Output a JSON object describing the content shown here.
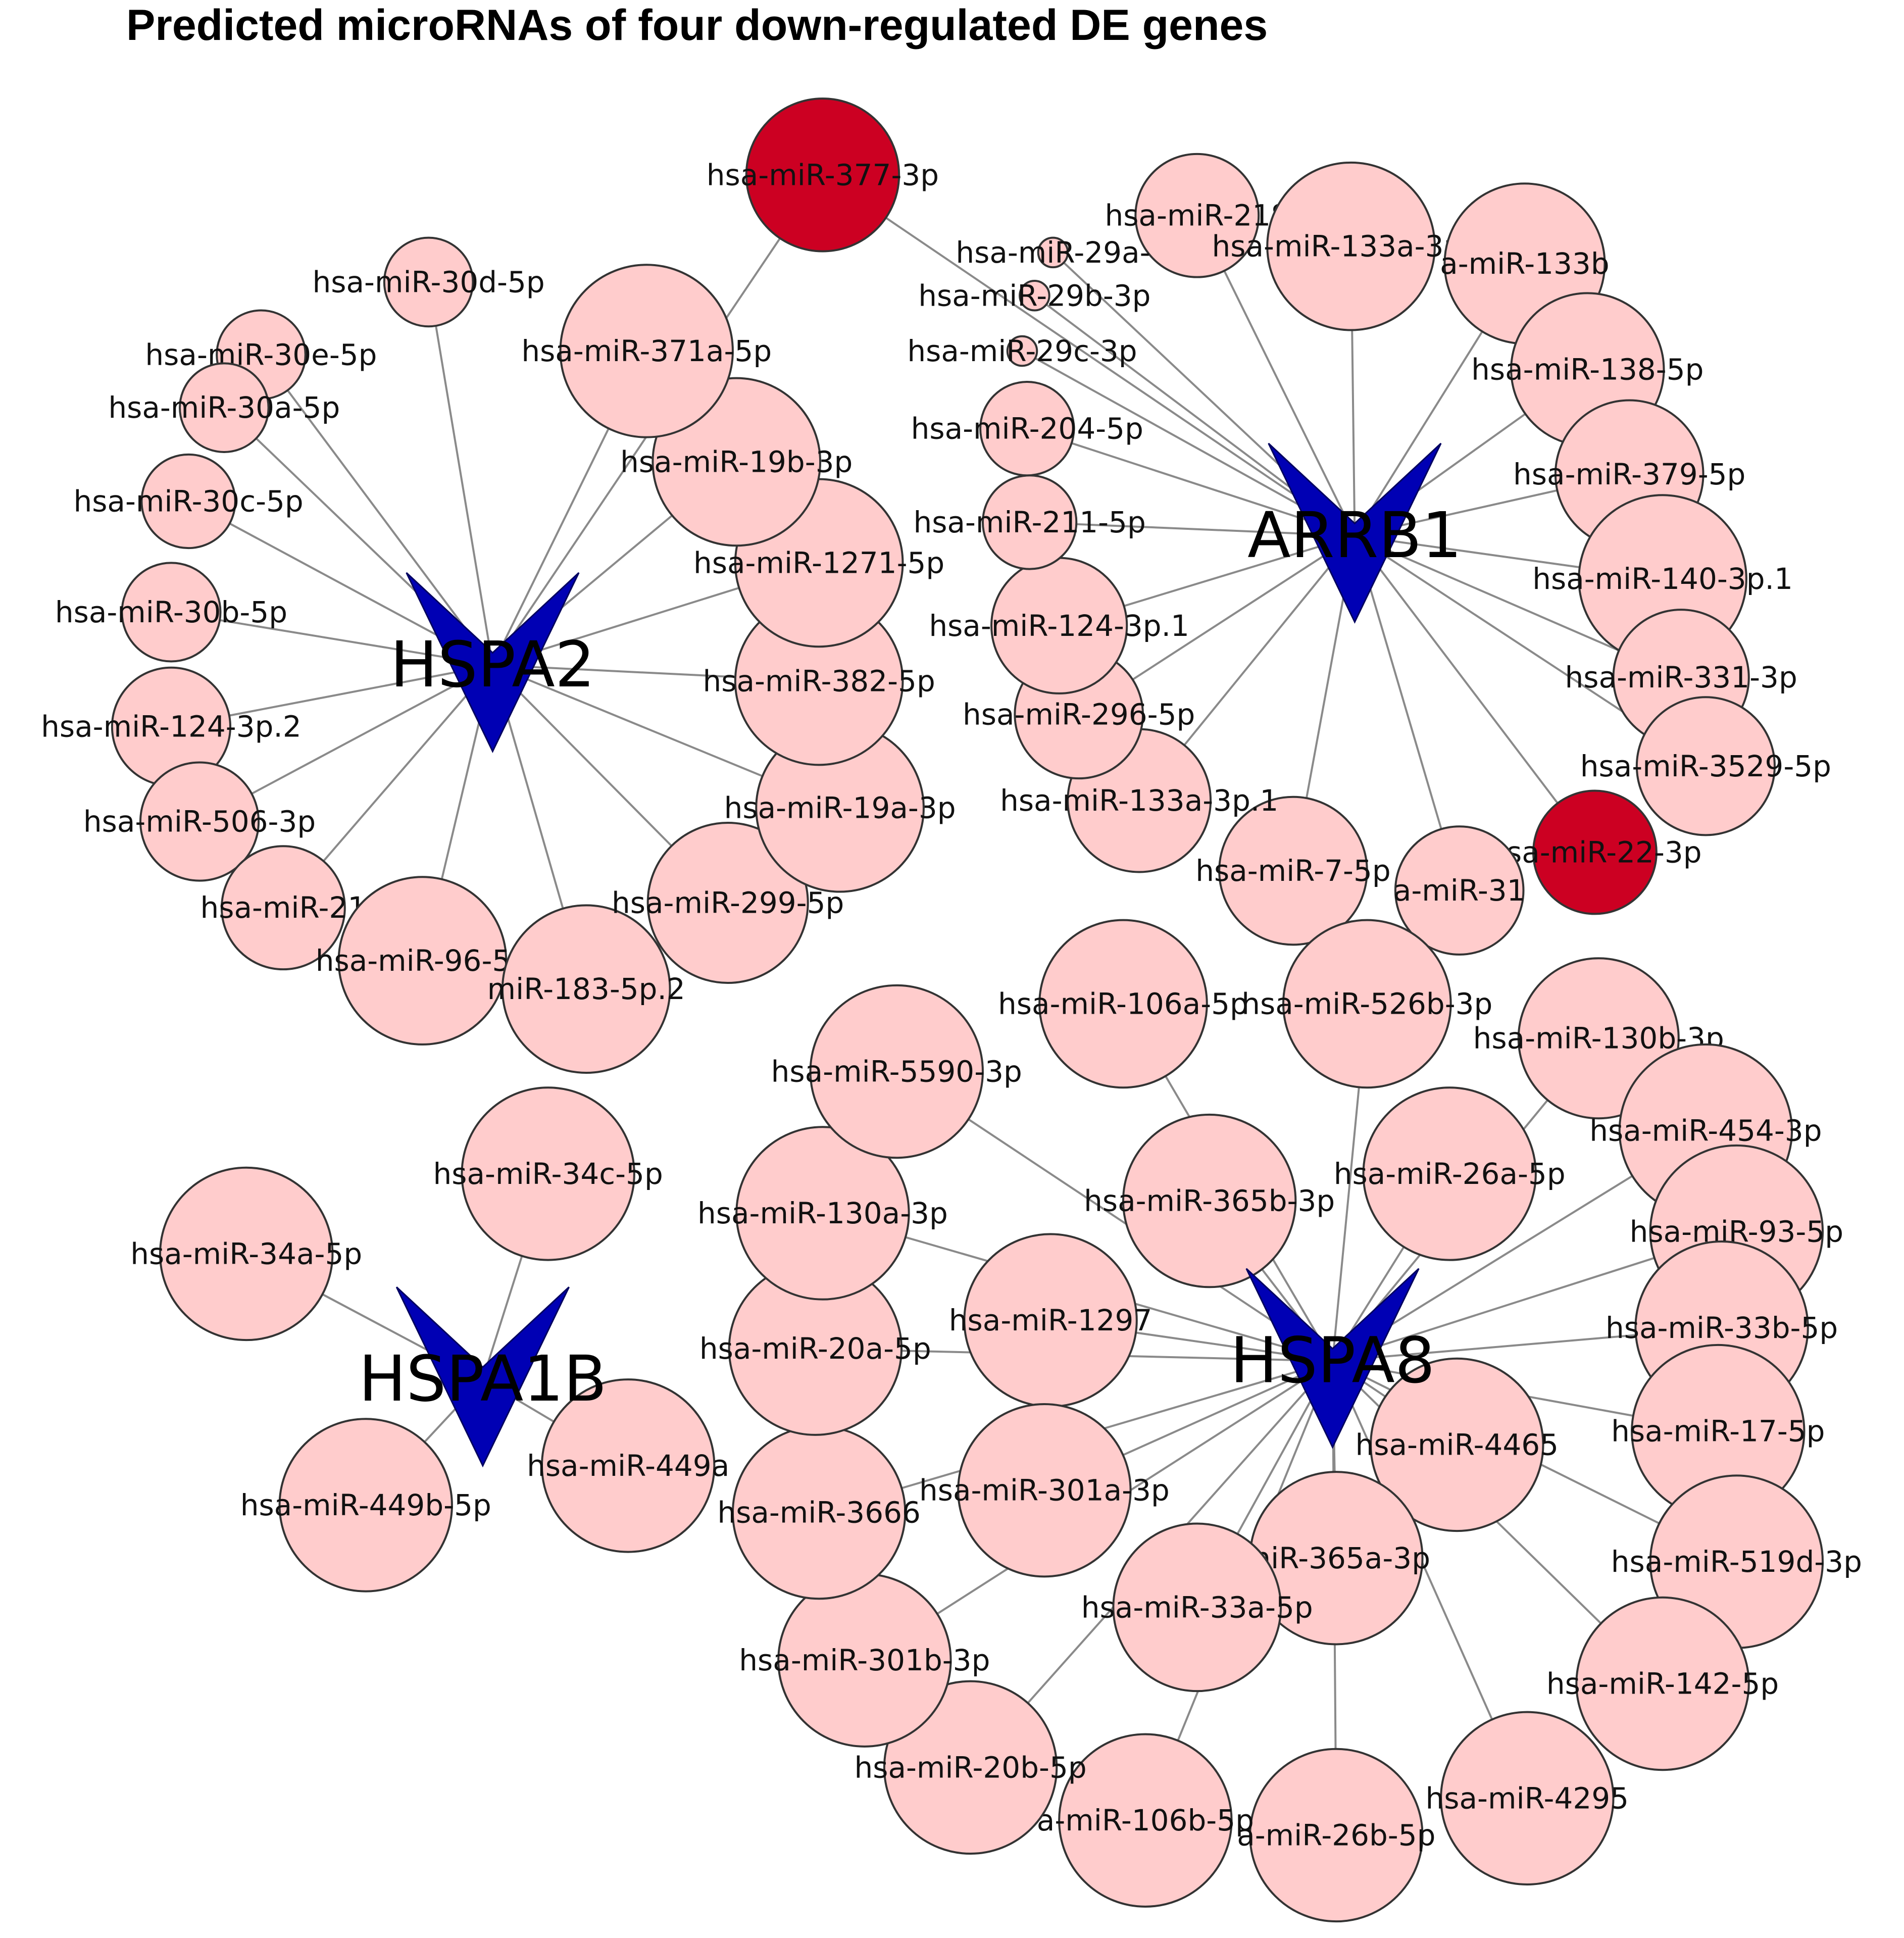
{
  "title": "Predicted microRNAs of four down-regulated DE genes",
  "colors": {
    "gene": "#0000b4",
    "mirna": "#ffcccc",
    "mirna_highlight": "#cc0022",
    "edge": "#8a8a8a"
  },
  "genes": [
    {
      "id": "HSPA2",
      "label": "HSPA2"
    },
    {
      "id": "ARRB1",
      "label": "ARRB1"
    },
    {
      "id": "HSPA1B",
      "label": "HSPA1B"
    },
    {
      "id": "HSPA8",
      "label": "HSPA8"
    }
  ],
  "mirnas": [
    {
      "label": "hsa-miR-377-3p",
      "highlight": true,
      "targets": [
        "HSPA2",
        "ARRB1"
      ]
    },
    {
      "label": "hsa-miR-30d-5p",
      "targets": [
        "HSPA2"
      ]
    },
    {
      "label": "hsa-miR-30e-5p",
      "targets": [
        "HSPA2"
      ]
    },
    {
      "label": "hsa-miR-30a-5p",
      "targets": [
        "HSPA2"
      ]
    },
    {
      "label": "hsa-miR-30c-5p",
      "targets": [
        "HSPA2"
      ]
    },
    {
      "label": "hsa-miR-30b-5p",
      "targets": [
        "HSPA2"
      ]
    },
    {
      "label": "hsa-miR-124-3p.2",
      "targets": [
        "HSPA2"
      ]
    },
    {
      "label": "hsa-miR-506-3p",
      "targets": [
        "HSPA2"
      ]
    },
    {
      "label": "hsa-miR-21",
      "targets": [
        "HSPA2"
      ]
    },
    {
      "label": "hsa-miR-96-5p",
      "targets": [
        "HSPA2"
      ]
    },
    {
      "label": "miR-183-5p.2",
      "targets": [
        "HSPA2"
      ]
    },
    {
      "label": "hsa-miR-299-5p",
      "targets": [
        "HSPA2"
      ]
    },
    {
      "label": "hsa-miR-19a-3p",
      "targets": [
        "HSPA2"
      ]
    },
    {
      "label": "hsa-miR-382-5p",
      "targets": [
        "HSPA2"
      ]
    },
    {
      "label": "hsa-miR-1271-5p",
      "targets": [
        "HSPA2"
      ]
    },
    {
      "label": "hsa-miR-19b-3p",
      "targets": [
        "HSPA2"
      ]
    },
    {
      "label": "hsa-miR-371a-5p",
      "targets": [
        "HSPA2"
      ]
    },
    {
      "label": "hsa-miR-218",
      "targets": [
        "ARRB1"
      ]
    },
    {
      "label": "hsa-miR-29a-",
      "targets": [
        "ARRB1"
      ]
    },
    {
      "label": "hsa-miR-29b-3p",
      "targets": [
        "ARRB1"
      ]
    },
    {
      "label": "hsa-miR-29c-3p",
      "targets": [
        "ARRB1"
      ]
    },
    {
      "label": "hsa-miR-133a-3p.2",
      "targets": [
        "ARRB1"
      ]
    },
    {
      "label": "a-miR-133b",
      "targets": [
        "ARRB1"
      ]
    },
    {
      "label": "hsa-miR-138-5p",
      "targets": [
        "ARRB1"
      ]
    },
    {
      "label": "hsa-miR-379-5p",
      "targets": [
        "ARRB1"
      ]
    },
    {
      "label": "hsa-miR-140-3p.1",
      "targets": [
        "ARRB1"
      ]
    },
    {
      "label": "hsa-miR-331-3p",
      "targets": [
        "ARRB1"
      ]
    },
    {
      "label": "hsa-miR-3529-5p",
      "targets": [
        "ARRB1"
      ]
    },
    {
      "label": "hsa-miR-22-3p",
      "highlight": true,
      "targets": [
        "ARRB1"
      ]
    },
    {
      "label": "a-miR-31",
      "targets": [
        "ARRB1"
      ]
    },
    {
      "label": "hsa-miR-7-5p",
      "targets": [
        "ARRB1"
      ]
    },
    {
      "label": "hsa-miR-133a-3p.1",
      "targets": [
        "ARRB1"
      ]
    },
    {
      "label": "hsa-miR-296-5p",
      "targets": [
        "ARRB1"
      ]
    },
    {
      "label": "hsa-miR-124-3p.1",
      "targets": [
        "ARRB1"
      ]
    },
    {
      "label": "hsa-miR-211-5p",
      "targets": [
        "ARRB1"
      ]
    },
    {
      "label": "hsa-miR-204-5p",
      "targets": [
        "ARRB1"
      ]
    },
    {
      "label": "hsa-miR-34c-5p",
      "targets": [
        "HSPA1B"
      ]
    },
    {
      "label": "hsa-miR-34a-5p",
      "targets": [
        "HSPA1B"
      ]
    },
    {
      "label": "hsa-miR-449b-5p",
      "targets": [
        "HSPA1B"
      ]
    },
    {
      "label": "hsa-miR-449a",
      "targets": [
        "HSPA1B"
      ]
    },
    {
      "label": "hsa-miR-106a-5p",
      "targets": [
        "HSPA8"
      ]
    },
    {
      "label": "hsa-miR-526b-3p",
      "targets": [
        "HSPA8"
      ]
    },
    {
      "label": "hsa-miR-130b-3p",
      "targets": [
        "HSPA8"
      ]
    },
    {
      "label": "hsa-miR-454-3p",
      "targets": [
        "HSPA8"
      ]
    },
    {
      "label": "hsa-miR-93-5p",
      "targets": [
        "HSPA8"
      ]
    },
    {
      "label": "hsa-miR-33b-5p",
      "targets": [
        "HSPA8"
      ]
    },
    {
      "label": "hsa-miR-17-5p",
      "targets": [
        "HSPA8"
      ]
    },
    {
      "label": "hsa-miR-519d-3p",
      "targets": [
        "HSPA8"
      ]
    },
    {
      "label": "hsa-miR-142-5p",
      "targets": [
        "HSPA8"
      ]
    },
    {
      "label": "hsa-miR-4295",
      "targets": [
        "HSPA8"
      ]
    },
    {
      "label": "a-miR-26b-5p",
      "targets": [
        "HSPA8"
      ]
    },
    {
      "label": "a-miR-106b-5p",
      "targets": [
        "HSPA8"
      ]
    },
    {
      "label": "hsa-miR-20b-5p",
      "targets": [
        "HSPA8"
      ]
    },
    {
      "label": "hsa-miR-301b-3p",
      "targets": [
        "HSPA8"
      ]
    },
    {
      "label": "hsa-miR-3666",
      "targets": [
        "HSPA8"
      ]
    },
    {
      "label": "hsa-miR-20a-5p",
      "targets": [
        "HSPA8"
      ]
    },
    {
      "label": "hsa-miR-130a-3p",
      "targets": [
        "HSPA8"
      ]
    },
    {
      "label": "hsa-miR-5590-3p",
      "targets": [
        "HSPA8"
      ]
    },
    {
      "label": "hsa-miR-365b-3p",
      "targets": [
        "HSPA8"
      ]
    },
    {
      "label": "hsa-miR-26a-5p",
      "targets": [
        "HSPA8"
      ]
    },
    {
      "label": "hsa-miR-1297",
      "targets": [
        "HSPA8"
      ]
    },
    {
      "label": "hsa-miR-301a-3p",
      "targets": [
        "HSPA8"
      ]
    },
    {
      "label": "hsa-miR-4465",
      "targets": [
        "HSPA8"
      ]
    },
    {
      "label": "miR-365a-3p",
      "targets": [
        "HSPA8"
      ]
    },
    {
      "label": "hsa-miR-33a-5p",
      "targets": [
        "HSPA8"
      ]
    }
  ]
}
